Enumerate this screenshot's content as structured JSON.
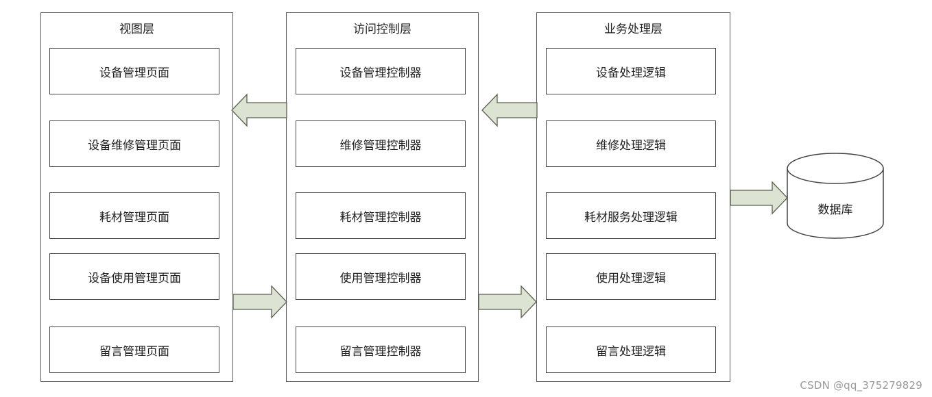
{
  "view_layer": {
    "title": "视图层",
    "items": [
      "设备管理页面",
      "设备维修管理页面",
      "耗材管理页面",
      "设备使用管理页面",
      "留言管理页面"
    ]
  },
  "access_layer": {
    "title": "访问控制层",
    "items": [
      "设备管理控制器",
      "维修管理控制器",
      "耗材管理控制器",
      "使用管理控制器",
      "留言管理控制器"
    ]
  },
  "business_layer": {
    "title": "业务处理层",
    "items": [
      "设备处理逻辑",
      "维修处理逻辑",
      "耗材服务处理逻辑",
      "使用处理逻辑",
      "留言处理逻辑"
    ]
  },
  "database": {
    "label": "数据库"
  },
  "watermark": "CSDN @qq_375279829",
  "colors": {
    "arrow_fill": "#dde3d3",
    "arrow_stroke": "#5a6050",
    "border": "#444444"
  }
}
